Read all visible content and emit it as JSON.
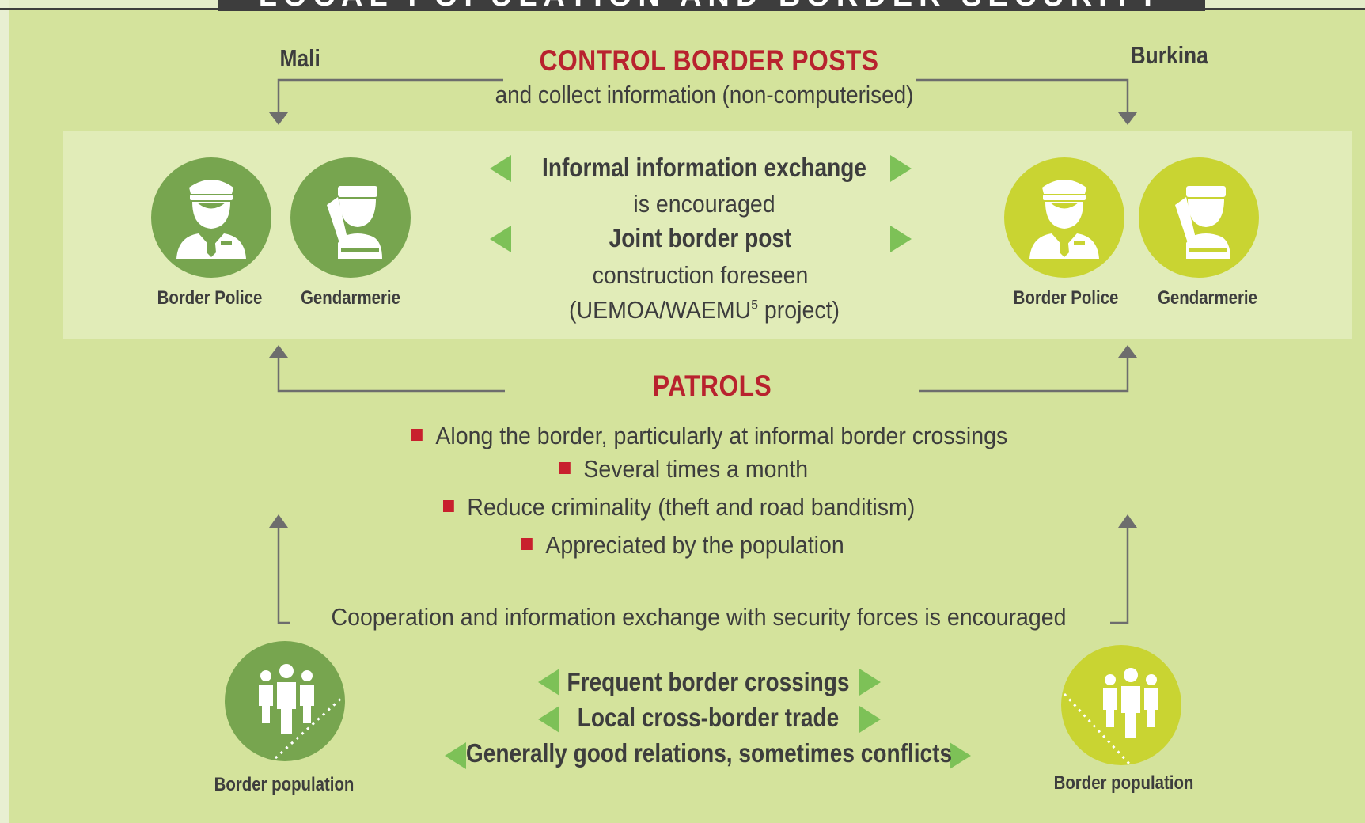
{
  "header": {
    "title": "LOCAL POPULATION AND BORDER SECURITY"
  },
  "countries": {
    "left": "Mali",
    "right": "Burkina"
  },
  "border_posts": {
    "heading": "CONTROL BORDER POSTS",
    "subtext": "and collect information (non-computerised)"
  },
  "forces": {
    "left": {
      "police_label": "Border Police",
      "gendarmerie_label": "Gendarmerie"
    },
    "right": {
      "police_label": "Border Police",
      "gendarmerie_label": "Gendarmerie"
    }
  },
  "exchange": {
    "line1_bold": "Informal information exchange",
    "line1_text": "is encouraged",
    "line2_bold": "Joint border post",
    "line2_text": "construction foreseen",
    "line2_project": "(UEMOA/WAEMU",
    "line2_footnote": "5",
    "line2_project_end": " project)"
  },
  "patrols": {
    "heading": "PATROLS",
    "items": [
      "Along the border, particularly at informal border crossings",
      "Several times a month",
      "Reduce criminality (theft and road banditism)",
      "Appreciated by the population"
    ]
  },
  "cooperation": {
    "text": "Cooperation and information exchange with security forces is encouraged"
  },
  "population": {
    "left_label": "Border population",
    "right_label": "Border population",
    "relations": [
      "Frequent border crossings",
      "Local cross-border trade",
      "Generally good relations, sometimes conflicts"
    ]
  },
  "colors": {
    "dark_green": "#77a54f",
    "lime": "#c9d432",
    "red": "#b8222e",
    "arrow_green": "#7dc157",
    "background": "#d4e39c"
  },
  "icons": [
    "police-officer-icon",
    "saluting-gendarme-icon",
    "people-group-icon",
    "border-dotted-line-icon",
    "triangle-arrow-icon",
    "connector-arrow-icon"
  ]
}
